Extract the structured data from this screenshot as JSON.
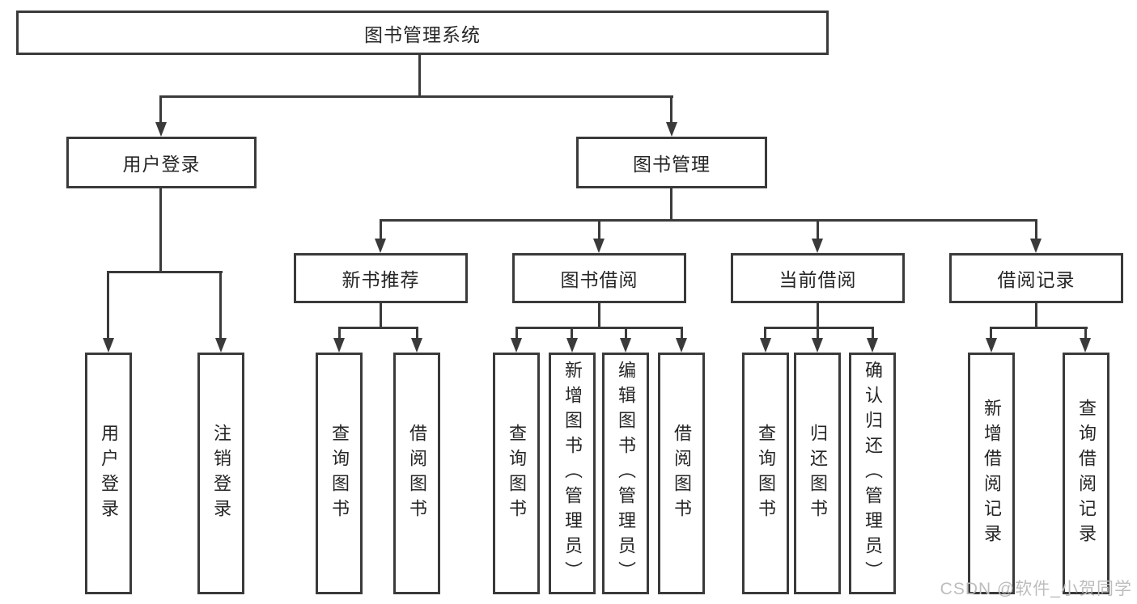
{
  "diagram": {
    "root": {
      "label": "图书管理系统"
    },
    "branches": [
      {
        "label": "用户登录",
        "children": [
          "用户登录",
          "注销登录"
        ]
      },
      {
        "label": "图书管理",
        "children": [
          {
            "label": "新书推荐",
            "children": [
              "查询图书",
              "借阅图书"
            ]
          },
          {
            "label": "图书借阅",
            "children": [
              "查询图书",
              "新增图书（管理员）",
              "编辑图书（管理员）",
              "借阅图书"
            ]
          },
          {
            "label": "当前借阅",
            "children": [
              "查询图书",
              "归还图书",
              "确认归还（管理员）"
            ]
          },
          {
            "label": "借阅记录",
            "children": [
              "新增借阅记录",
              "查询借阅记录"
            ]
          }
        ]
      }
    ]
  },
  "watermark": "CSDN @软件_小贺同学",
  "colors": {
    "line": "#3a3a3a",
    "text": "#262626",
    "box_fill": "#ffffff",
    "bg": "#ffffff",
    "watermark": "#bdbdbd"
  }
}
